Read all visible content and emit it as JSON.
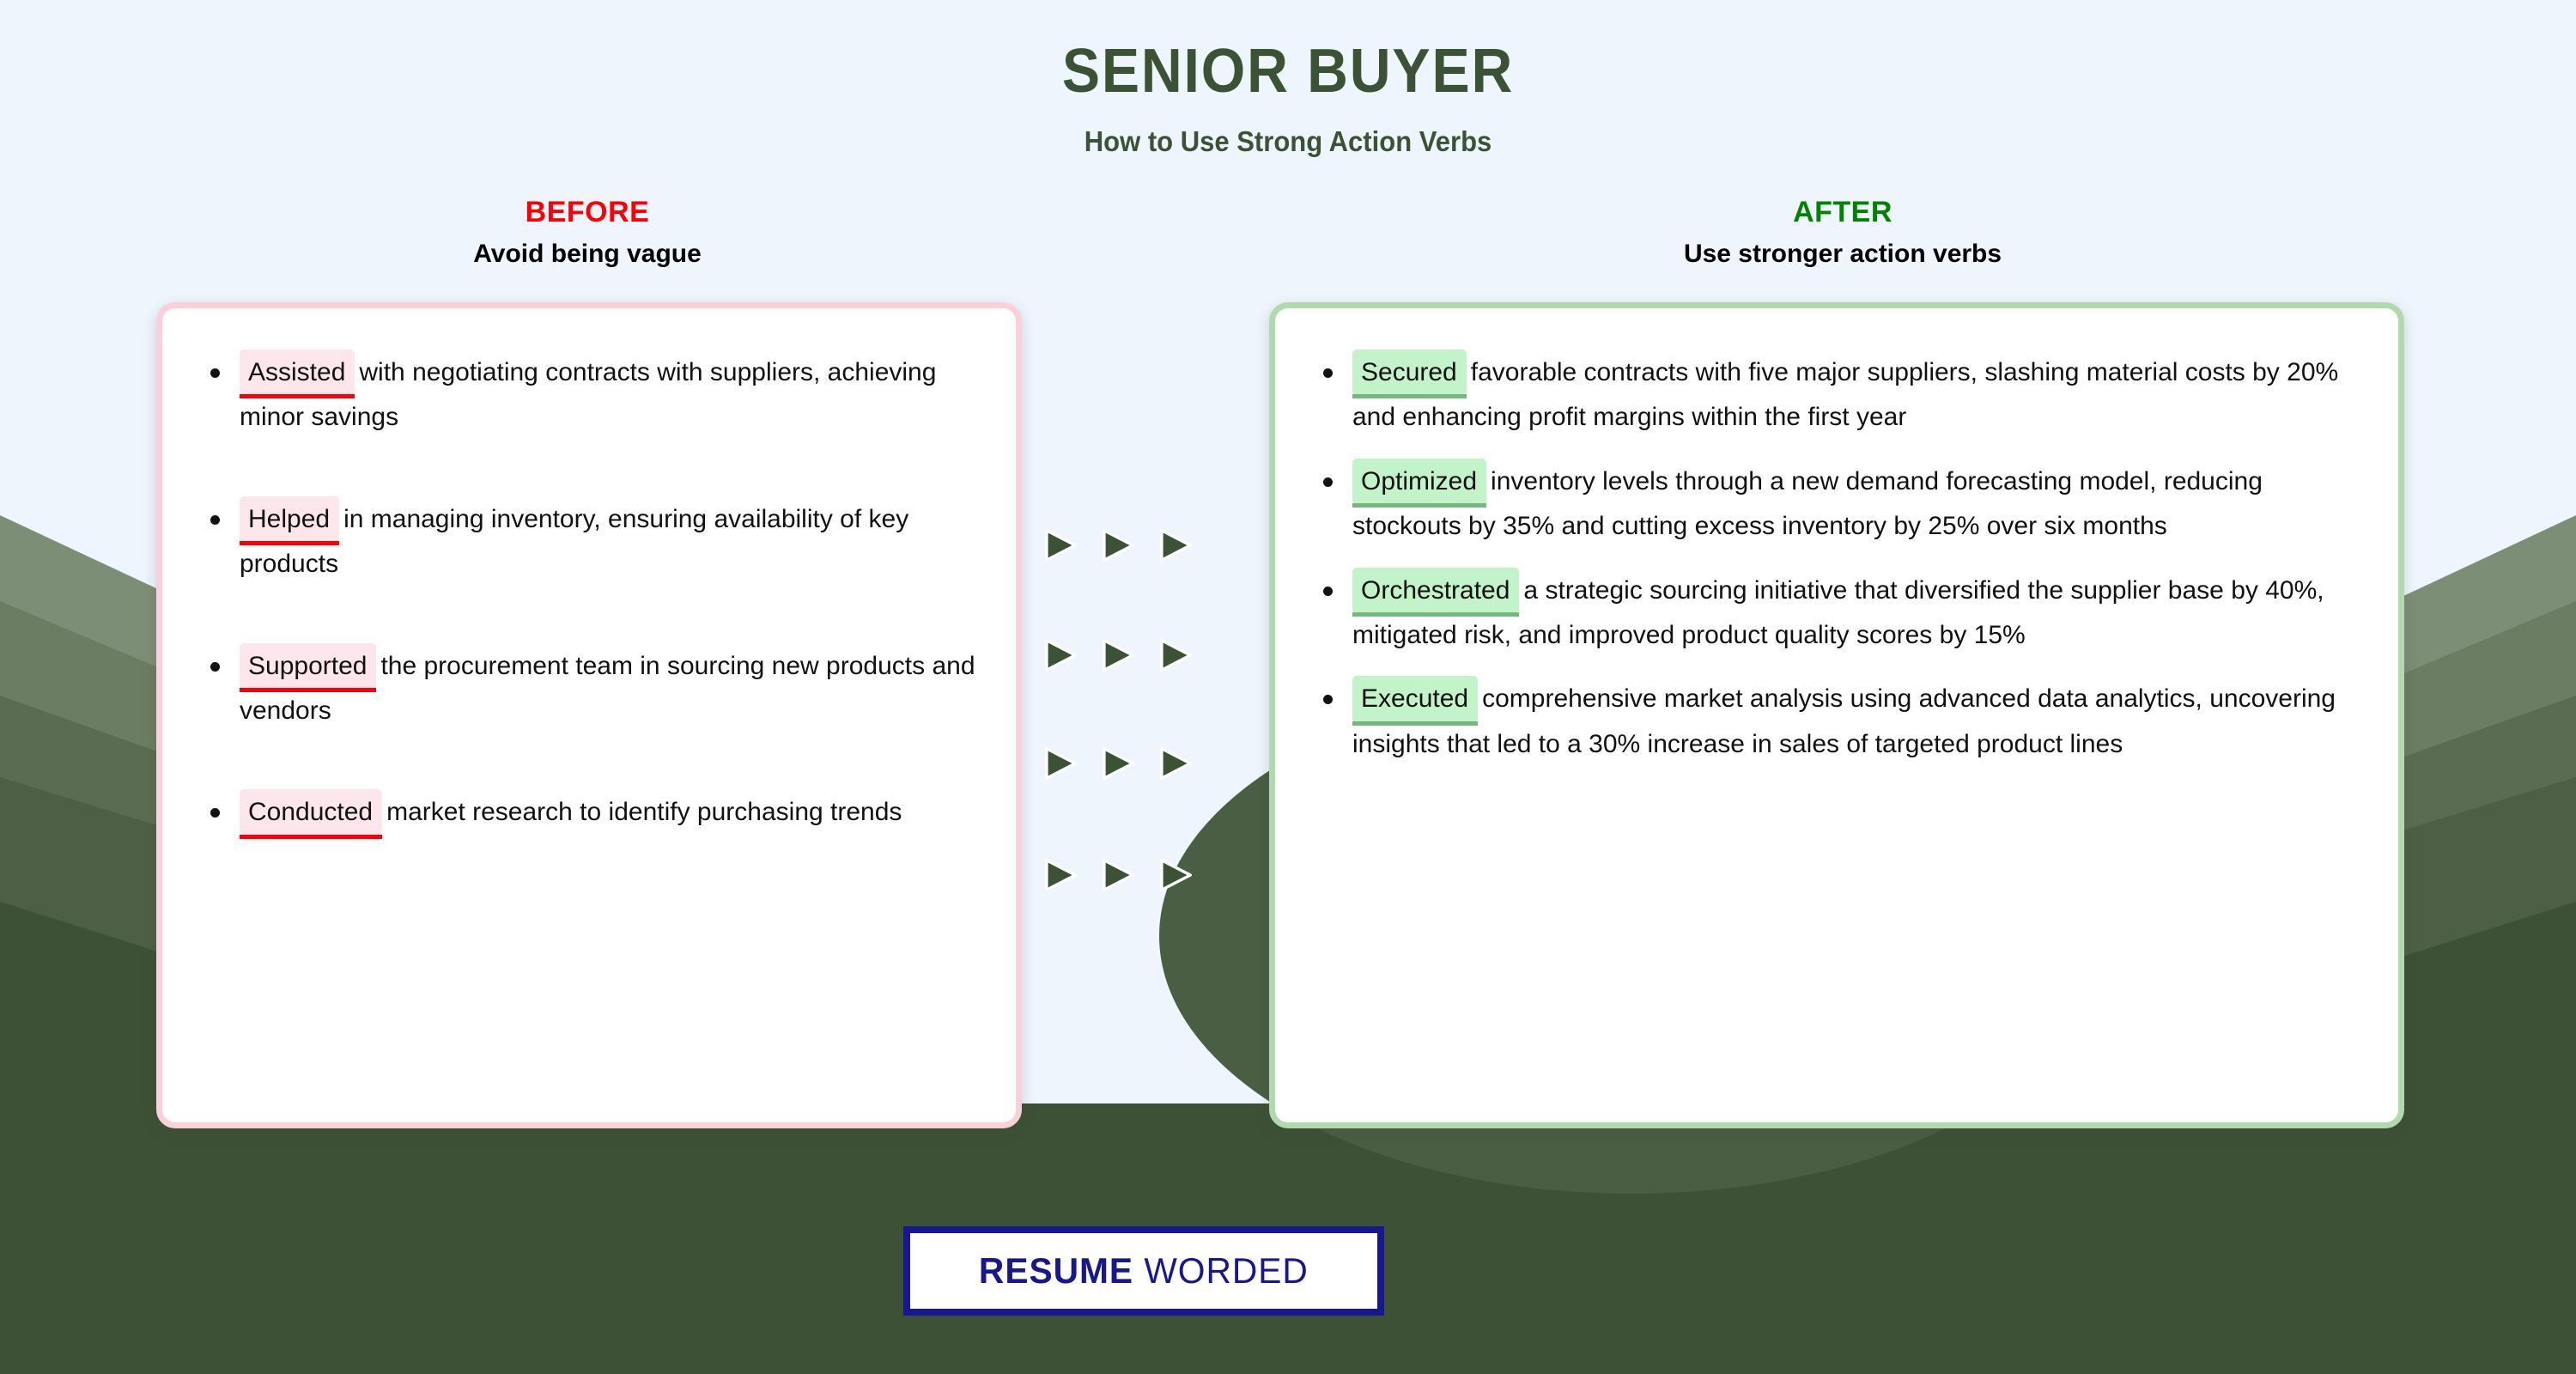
{
  "header": {
    "title": "SENIOR BUYER",
    "subtitle": "How to Use Strong Action Verbs"
  },
  "columns": {
    "before": {
      "kicker": "BEFORE",
      "sub": "Avoid being vague",
      "accent_color": "#fb0007",
      "highlight_color": "#fde7ec",
      "border_color": "#fbd0da",
      "bullets": [
        {
          "verb": "Assisted",
          "rest": "with negotiating contracts with suppliers, achieving minor savings"
        },
        {
          "verb": "Helped",
          "rest": "in managing inventory, ensuring availability of key products"
        },
        {
          "verb": "Supported",
          "rest": "the procurement team in sourcing new products and vendors"
        },
        {
          "verb": "Conducted",
          "rest": "market research to identify purchasing trends"
        }
      ]
    },
    "after": {
      "kicker": "AFTER",
      "sub": "Use stronger action verbs",
      "accent_color": "#018301",
      "highlight_color": "#c2f3c9",
      "border_color": "#b1d9ae",
      "bullets": [
        {
          "verb": "Secured",
          "rest": "favorable contracts with five major suppliers, slashing material costs by 20% and enhancing profit margins within the first year"
        },
        {
          "verb": "Optimized",
          "rest": "inventory levels through a new demand forecasting model, reducing stockouts by 35% and cutting excess inventory by 25% over six months"
        },
        {
          "verb": "Orchestrated",
          "rest": "a strategic sourcing initiative that diversified the supplier base by 40%, mitigated risk, and improved product quality scores by 15%"
        },
        {
          "verb": "Executed",
          "rest": "comprehensive market analysis using advanced data analytics, uncovering insights that led to a 30% increase in sales of targeted product lines"
        }
      ]
    }
  },
  "arrows": {
    "icon": "play-triangle-icon",
    "rows": 4,
    "per_row": 3,
    "fill_color": "#3c5235",
    "stroke_color": "#ffffff"
  },
  "logo": {
    "bold_word": "RESUME",
    "light_word": "WORDED",
    "color": "#18188e"
  },
  "background": {
    "sky_color": "#eef5fd",
    "band_1": "#7d8e76",
    "band_2": "#6b7d63",
    "band_3": "#5a6d53",
    "band_4": "#4d6046",
    "ground": "#3d5137",
    "ellipse": "#4a5e43"
  }
}
